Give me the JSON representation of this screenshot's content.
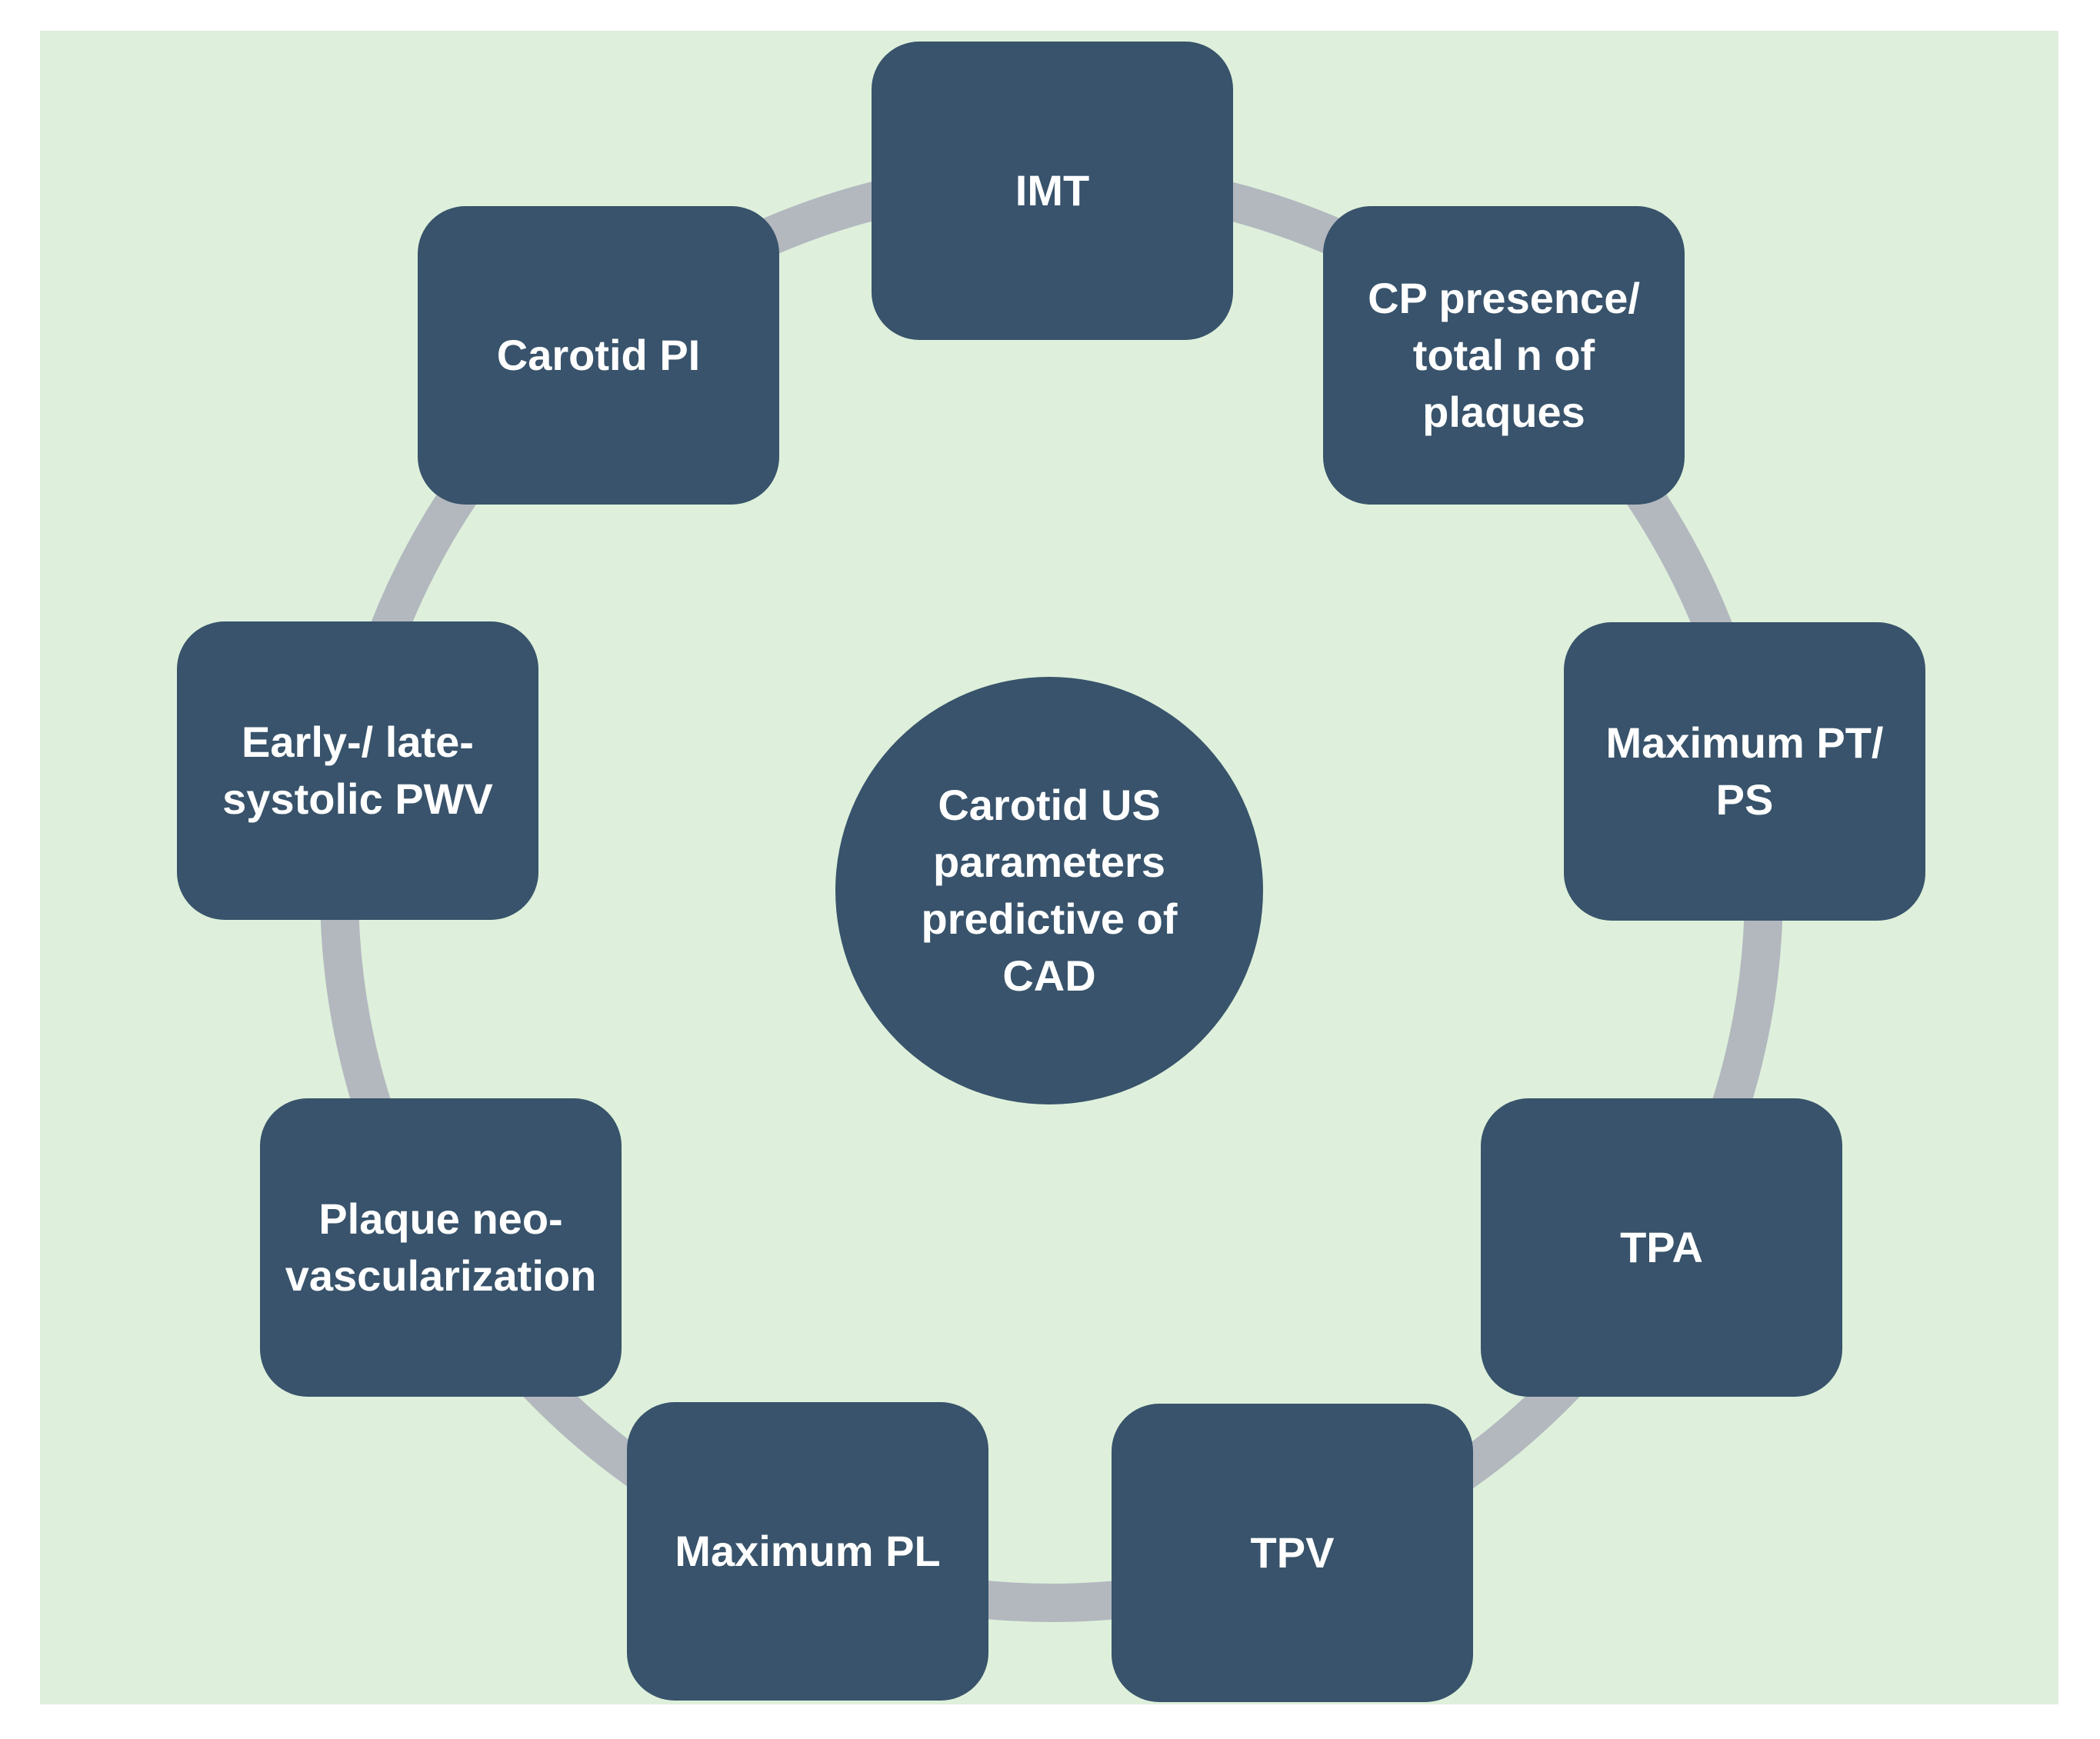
{
  "colors": {
    "panel_background": "#def0db",
    "node_fill": "#38536b",
    "ring_stroke": "#b3b8bf",
    "text": "#ffffff"
  },
  "hub": {
    "label": "Carotid US\nparameters\npredictive of\nCAD"
  },
  "nodes": {
    "imt": "IMT",
    "cp_presence": "CP presence/\ntotal n of\nplaques",
    "max_pt_ps": "Maximum PT/\nPS",
    "tpa": "TPA",
    "tpv": "TPV",
    "max_pl": "Maximum PL",
    "plaque_neo": "Plaque neo-\nvascularization",
    "pwv": "Early-/ late-\nsystolic PWV",
    "carotid_pi": "Carotid PI"
  }
}
